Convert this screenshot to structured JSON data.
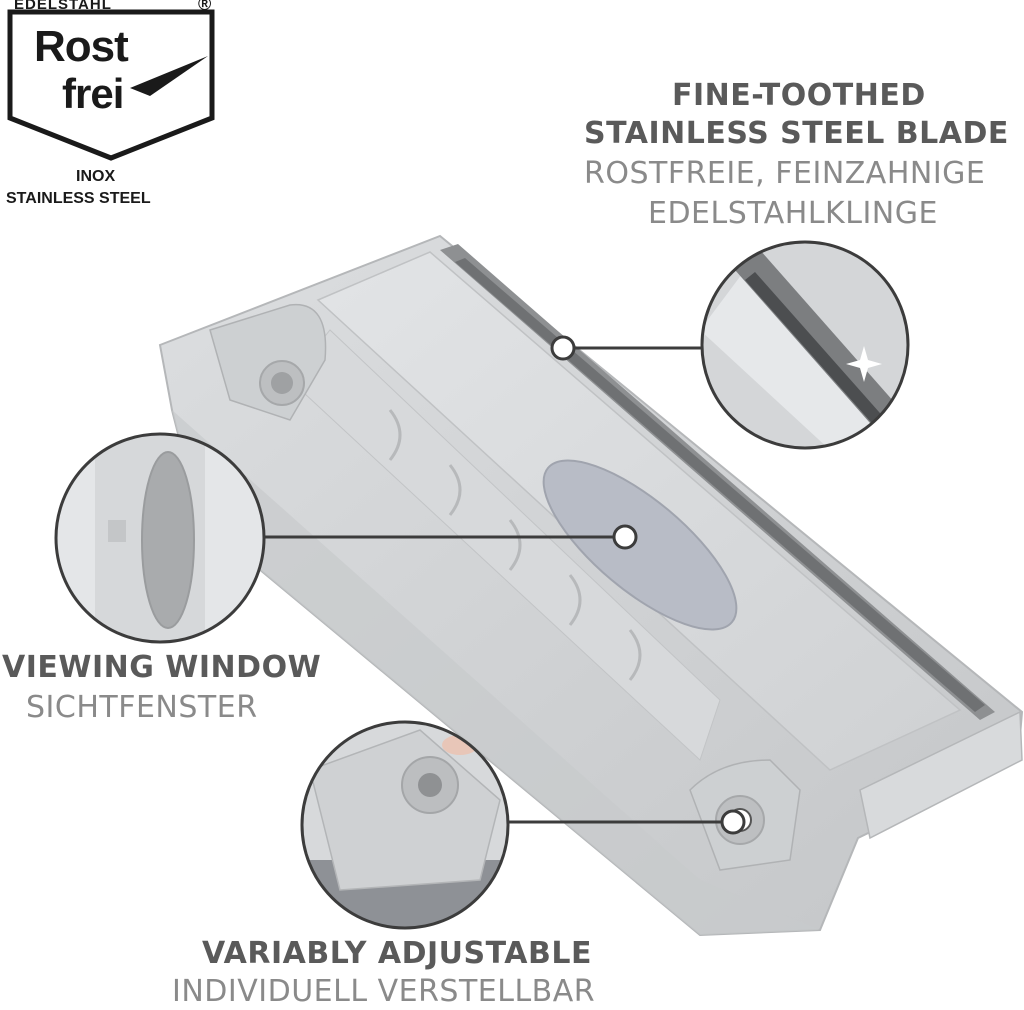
{
  "logo": {
    "top_text": "EDELSTAHL",
    "registered": "®",
    "word1": "Rost",
    "word2": "frei",
    "line1": "INOX",
    "line2": "STAINLESS STEEL"
  },
  "features": [
    {
      "title_line1": "FINE-TOOTHED",
      "title_line2": "STAINLESS STEEL BLADE",
      "subtitle_line1": "ROSTFREIE, FEINZAHNIGE",
      "subtitle_line2": "EDELSTAHLKLINGE"
    },
    {
      "title": "VIEWING WINDOW",
      "subtitle": "SICHTFENSTER"
    },
    {
      "title": "VARIABLY ADJUSTABLE",
      "subtitle": "INDIVIDUELL VERSTELLBAR"
    }
  ],
  "colors": {
    "headline": "#5a5a5a",
    "subline": "#8a8a8a",
    "callout_line": "#3c3c3c",
    "product_body": "#d2d4d6"
  }
}
